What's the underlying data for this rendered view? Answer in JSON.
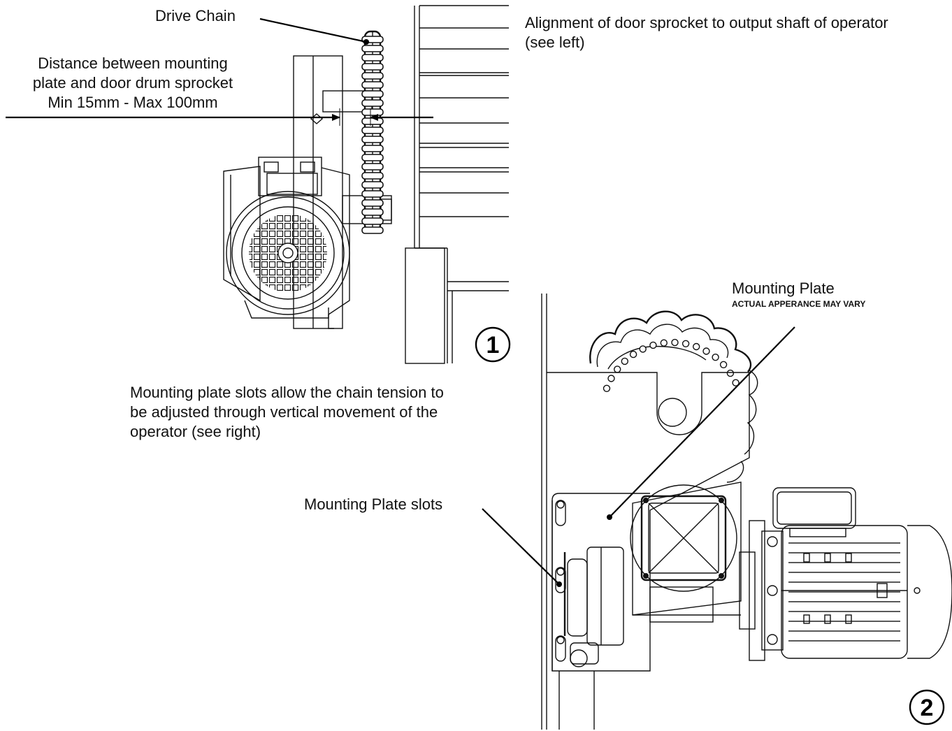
{
  "labels": {
    "drive_chain": "Drive Chain",
    "distance_line1": "Distance between mounting",
    "distance_line2": "plate and door drum sprocket",
    "distance_line3": "Min 15mm - Max 100mm",
    "alignment_line1": "Alignment of door sprocket to output shaft of operator",
    "alignment_line2": "(see left)",
    "slots_note_line1": "Mounting plate slots allow the chain tension to",
    "slots_note_line2": "be adjusted through vertical movement of the",
    "slots_note_line3": "operator (see right)",
    "mounting_plate": "Mounting Plate",
    "mounting_plate_note": "ACTUAL APPERANCE MAY VARY",
    "mounting_plate_slots": "Mounting Plate slots"
  },
  "figures": [
    {
      "number": "1"
    },
    {
      "number": "2"
    }
  ],
  "colors": {
    "line": "#111111",
    "background": "#ffffff"
  }
}
